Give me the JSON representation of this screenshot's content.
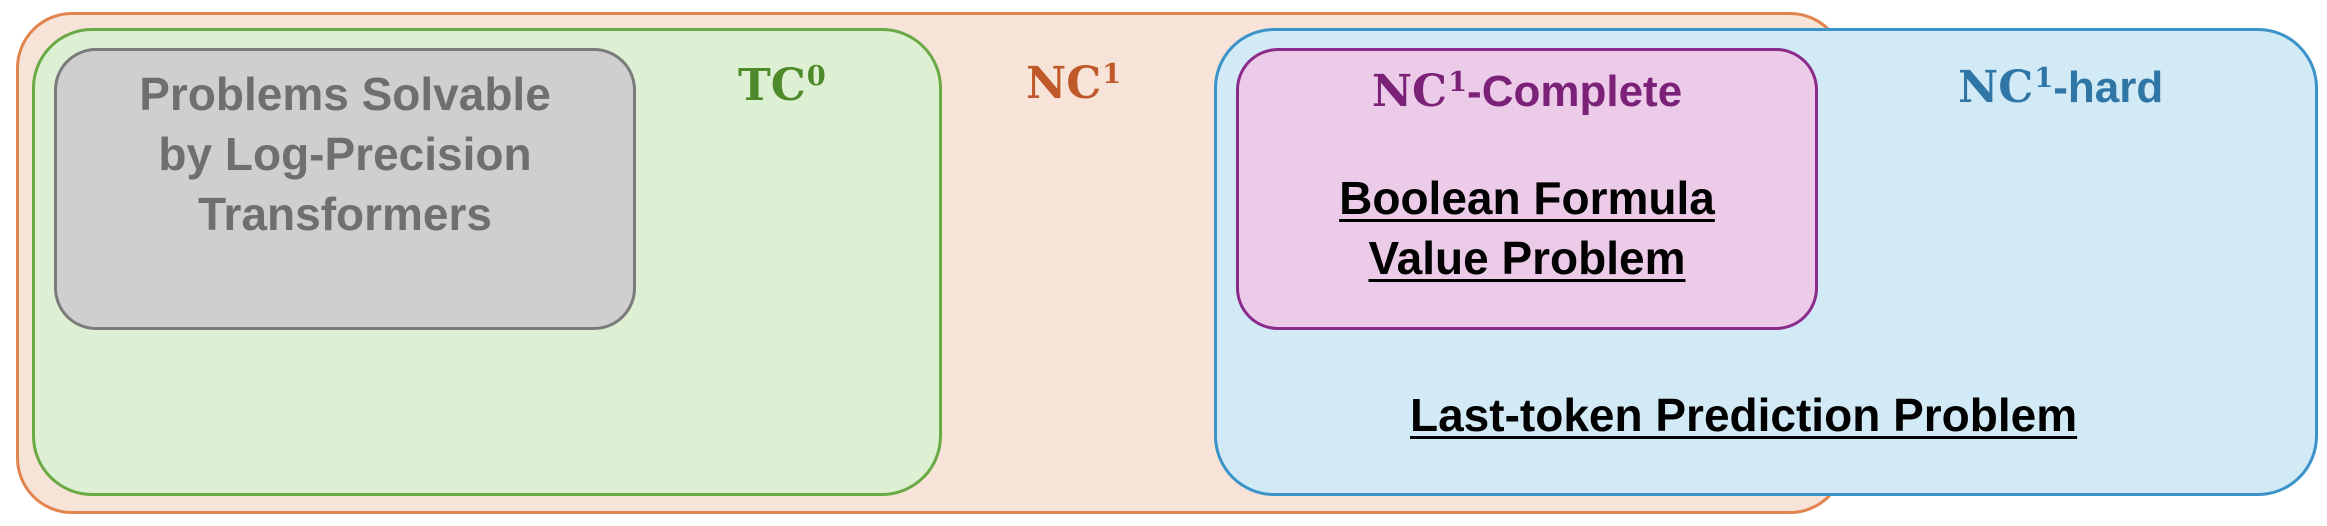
{
  "diagram": {
    "classes": {
      "nc1": {
        "name": "NC",
        "sup": "1"
      },
      "tc0": {
        "name": "TC",
        "sup": "0"
      },
      "nc1_complete": {
        "name": "NC",
        "sup": "1",
        "suffix": "-Complete"
      },
      "nc1_hard": {
        "name": "NC",
        "sup": "1",
        "suffix": "-hard"
      }
    },
    "transformers": {
      "line1": "Problems Solvable",
      "line2": "by Log-Precision",
      "line3": "Transformers"
    },
    "bfvp": {
      "line1": "Boolean Formula",
      "line2": "Value Problem"
    },
    "last_token_problem": "Last-token Prediction Problem",
    "colors": {
      "nc1_fill": "#f7e3d7",
      "nc1_border": "#e2844f",
      "tc0_fill": "#ddf0d3",
      "tc0_border": "#6aaa45",
      "transformer_fill": "#cfcfcf",
      "transformer_border": "#7b7b7b",
      "nc1_hard_fill": "#d1eaf6",
      "nc1_hard_border": "#3b93c9",
      "nc1_complete_fill": "#eccbe9",
      "nc1_complete_border": "#8a2a8a"
    }
  }
}
